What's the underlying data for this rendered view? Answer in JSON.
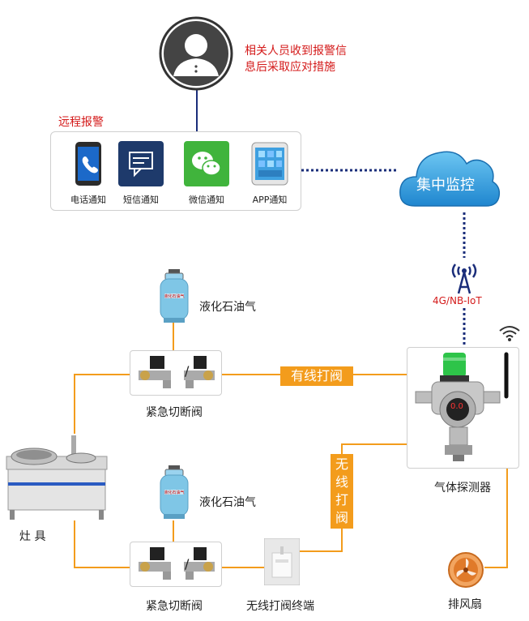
{
  "person_note": "相关人员收到报警信息后采取应对措施",
  "person_note_lines": [
    "相关人员收到报警信",
    "息后采取应对措施"
  ],
  "remote_alarm_title": "远程报警",
  "notifications": [
    {
      "label": "电话通知",
      "icon": "phone-icon"
    },
    {
      "label": "短信通知",
      "icon": "sms-icon"
    },
    {
      "label": "微信通知",
      "icon": "wechat-icon"
    },
    {
      "label": "APP通知",
      "icon": "app-icon"
    }
  ],
  "cloud_label": "集中监控",
  "network_label": "4G/NB-IoT",
  "lpg_label": "液化石油气",
  "valve_label": "紧急切断阀",
  "valve_separator": "/",
  "wired_valve_label": "有线打阀",
  "wireless_valve_label": "无线打阀",
  "wireless_valve_chars": [
    "无",
    "线",
    "打",
    "阀"
  ],
  "detector_label": "气体探测器",
  "detector_display": "0.0",
  "stove_label": "灶 具",
  "wireless_terminal_label": "无线打阀终端",
  "fan_label": "排风扇",
  "colors": {
    "accent_orange": "#f39c1c",
    "alert_red": "#d41a1a",
    "dotted_navy": "#1a2d7a",
    "cloud_blue": "#2a9fdc",
    "cylinder_blue": "#7fc6e6"
  }
}
